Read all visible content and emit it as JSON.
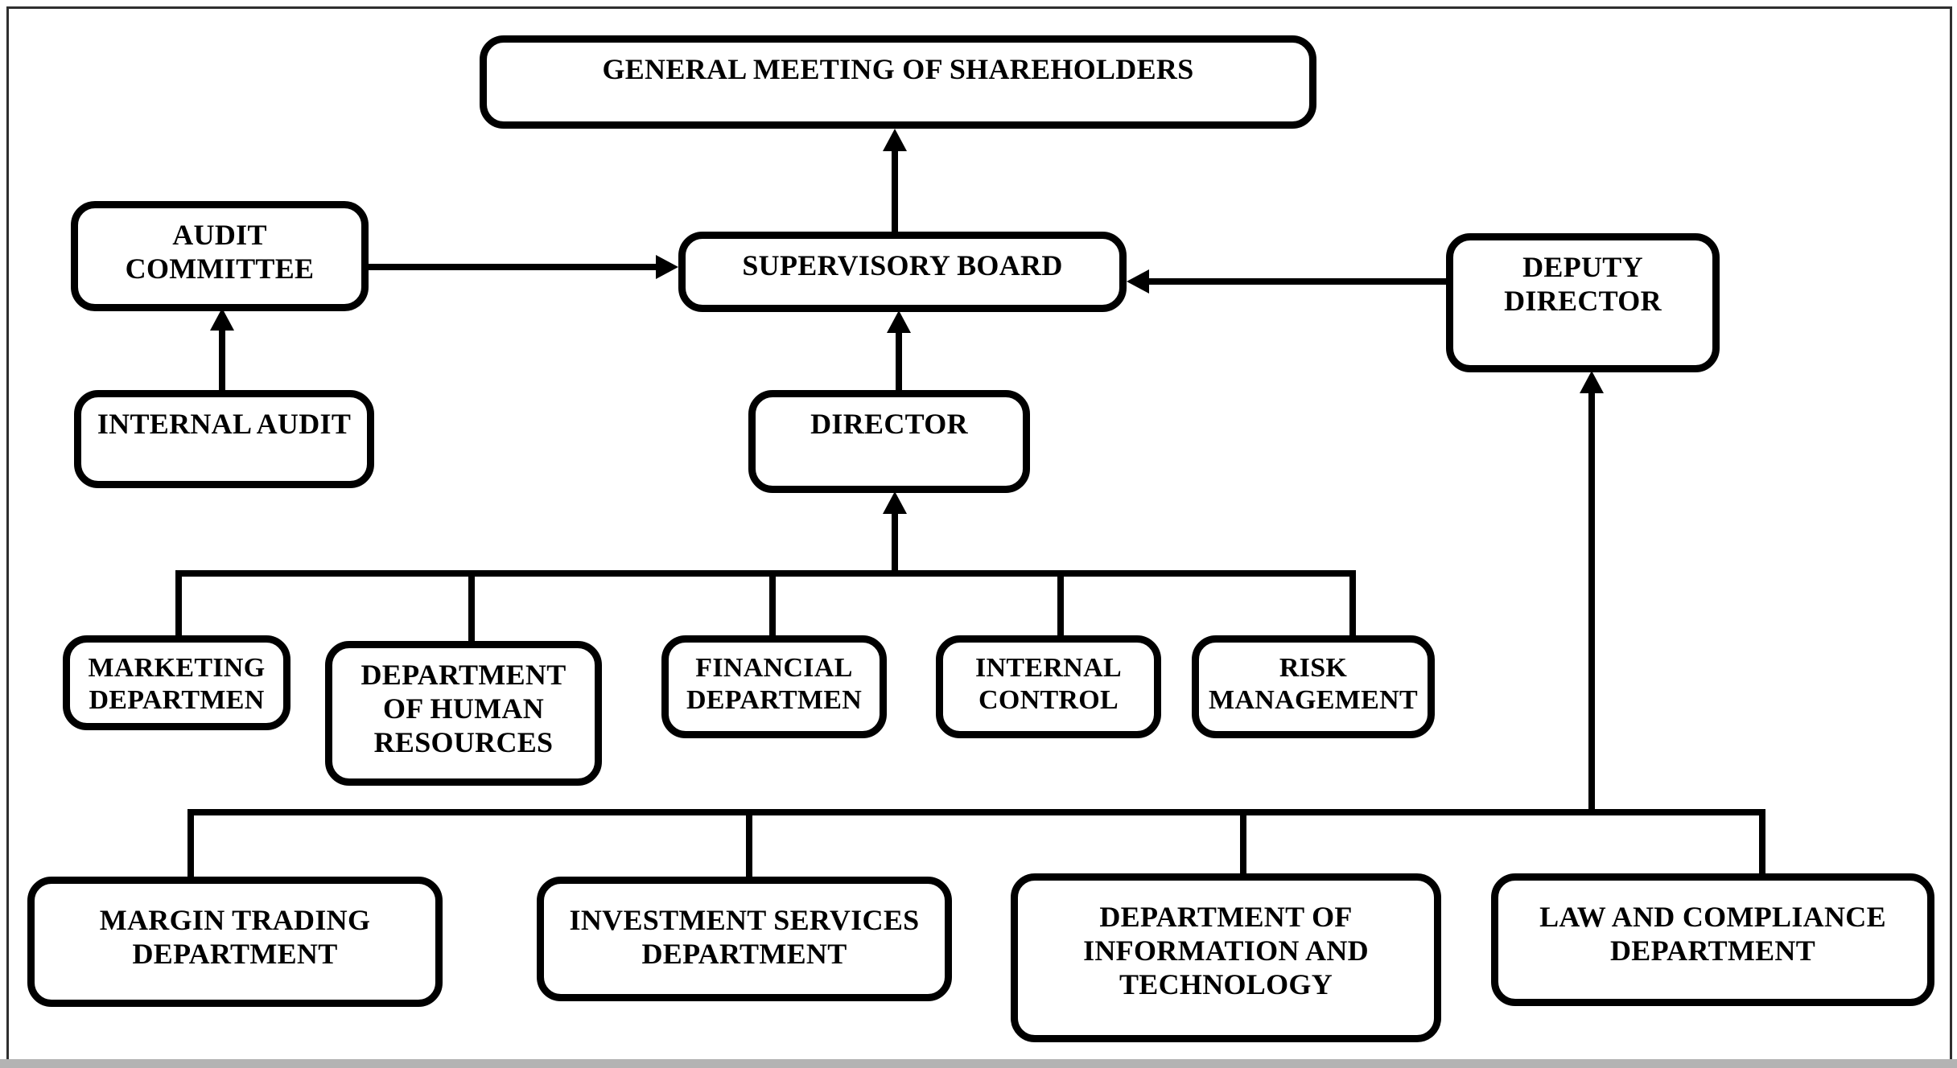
{
  "diagram": {
    "type": "org-chart",
    "colors": {
      "line": "#000000",
      "box_fill": "#ffffff",
      "box_border": "#000000",
      "page_background": "#ffffff",
      "bottom_edge_strip": "#b3b3b3"
    },
    "nodes": [
      {
        "id": "general-meeting",
        "label": "GENERAL MEETING OF SHAREHOLDERS"
      },
      {
        "id": "audit-committee",
        "label": "AUDIT\nCOMMITTEE"
      },
      {
        "id": "supervisory-board",
        "label": "SUPERVISORY BOARD"
      },
      {
        "id": "deputy-director",
        "label": "DEPUTY\nDIRECTOR"
      },
      {
        "id": "internal-audit",
        "label": "INTERNAL AUDIT"
      },
      {
        "id": "director",
        "label": "DIRECTOR"
      },
      {
        "id": "marketing-department",
        "label": "MARKETING\nDEPARTMEN"
      },
      {
        "id": "human-resources",
        "label": "DEPARTMENT\nOF HUMAN\nRESOURCES"
      },
      {
        "id": "financial-department",
        "label": "FINANCIAL\nDEPARTMEN"
      },
      {
        "id": "internal-control",
        "label": "INTERNAL\nCONTROL"
      },
      {
        "id": "risk-management",
        "label": "RISK\nMANAGEMENT"
      },
      {
        "id": "margin-trading",
        "label": "MARGIN TRADING\nDEPARTMENT"
      },
      {
        "id": "investment-services",
        "label": "INVESTMENT SERVICES\nDEPARTMENT"
      },
      {
        "id": "information-technology",
        "label": "DEPARTMENT OF\nINFORMATION AND\nTECHNOLOGY"
      },
      {
        "id": "law-compliance",
        "label": "LAW AND COMPLIANCE\nDEPARTMENT"
      }
    ],
    "edges": [
      {
        "from": "supervisory-board",
        "to": "general-meeting",
        "style": "arrow"
      },
      {
        "from": "audit-committee",
        "to": "supervisory-board",
        "style": "arrow"
      },
      {
        "from": "deputy-director",
        "to": "supervisory-board",
        "style": "arrow"
      },
      {
        "from": "internal-audit",
        "to": "audit-committee",
        "style": "arrow"
      },
      {
        "from": "director",
        "to": "supervisory-board",
        "style": "arrow"
      },
      {
        "from": "marketing-department",
        "to": "director",
        "style": "branch-arrow"
      },
      {
        "from": "human-resources",
        "to": "director",
        "style": "branch-arrow"
      },
      {
        "from": "financial-department",
        "to": "director",
        "style": "branch-arrow"
      },
      {
        "from": "internal-control",
        "to": "director",
        "style": "branch-arrow"
      },
      {
        "from": "risk-management",
        "to": "director",
        "style": "branch-arrow"
      },
      {
        "from": "margin-trading",
        "to": "deputy-director",
        "style": "branch-arrow"
      },
      {
        "from": "investment-services",
        "to": "deputy-director",
        "style": "branch-arrow"
      },
      {
        "from": "information-technology",
        "to": "deputy-director",
        "style": "branch-arrow"
      },
      {
        "from": "law-compliance",
        "to": "deputy-director",
        "style": "branch-arrow"
      }
    ]
  }
}
